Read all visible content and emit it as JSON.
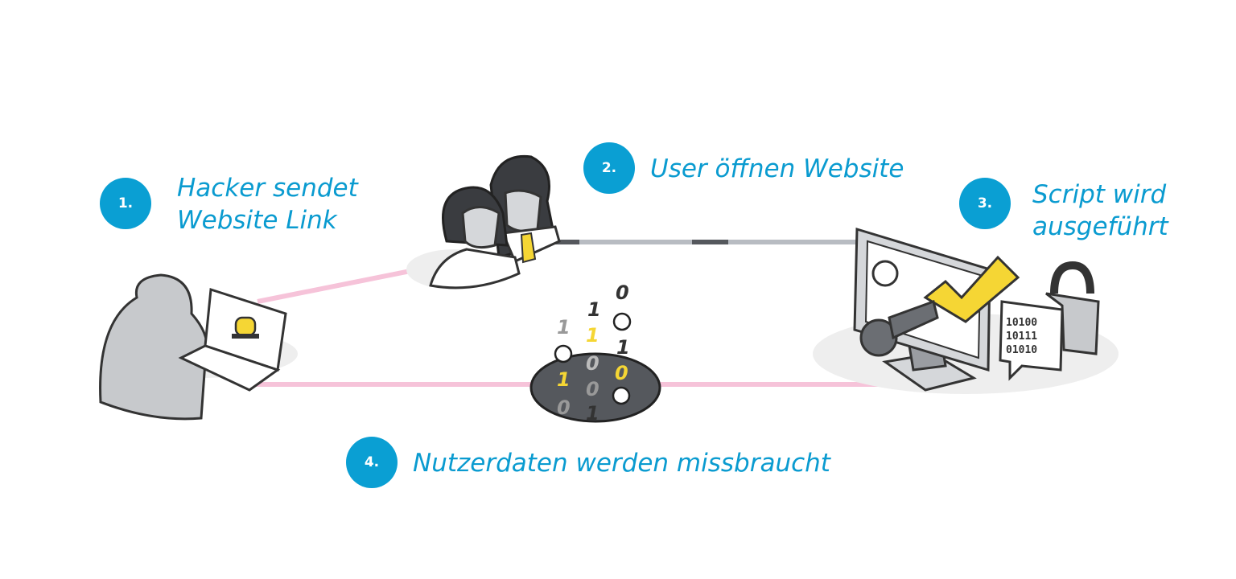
{
  "colors": {
    "accent": "#0a9fd3",
    "link_line": "#f6c3d9",
    "network_line": "#b8bcc2",
    "yellow": "#f5d634",
    "dark": "#55585d"
  },
  "steps": [
    {
      "number": "1.",
      "lines": [
        "Hacker sendet",
        "Website Link"
      ]
    },
    {
      "number": "2.",
      "lines": [
        "User öffnen Website"
      ]
    },
    {
      "number": "3.",
      "lines": [
        "Script wird",
        "ausgeführt"
      ]
    },
    {
      "number": "4.",
      "lines": [
        "Nutzerdaten werden missbraucht"
      ]
    }
  ],
  "illustration": {
    "digits": [
      "0",
      "1",
      "1",
      "1",
      "1",
      "0",
      "1",
      "0",
      "0",
      "0",
      "1"
    ],
    "binary_bubble": [
      "10100",
      "10111",
      "01010"
    ]
  }
}
